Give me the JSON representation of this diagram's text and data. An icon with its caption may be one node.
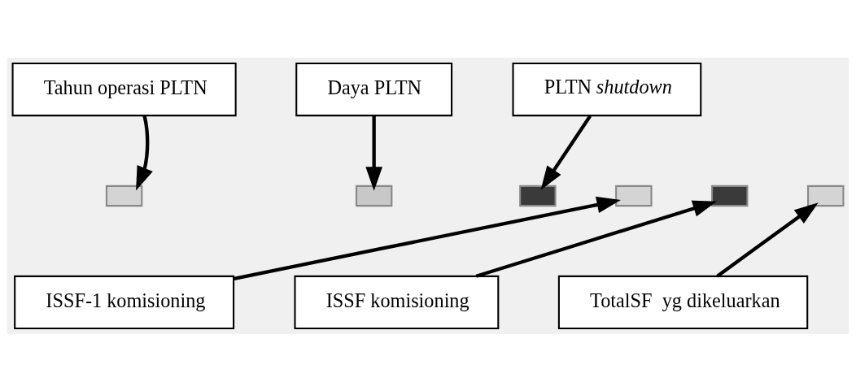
{
  "diagram": {
    "nodes": [
      {
        "text": [
          "Tahun operasi PLTN"
        ]
      },
      {
        "text": [
          "Daya PLTN"
        ]
      },
      {
        "text": [
          "PLTN *shutdown*"
        ]
      },
      {
        "text": [],
        "shape": "box"
      },
      {
        "text": [],
        "shape": "box"
      },
      {
        "text": [],
        "shape": "box"
      },
      {
        "text": [],
        "shape": "box"
      },
      {
        "text": [],
        "shape": "box"
      },
      {
        "text": [],
        "shape": "box"
      },
      {
        "text": [
          "ISSF-1 komisioning"
        ]
      },
      {
        "text": [
          "ISSF komisioning"
        ]
      },
      {
        "text": [
          "TotalSF  yg dikeluarkan"
        ]
      }
    ],
    "edges": [
      {
        "from": 0,
        "to": 3,
        "arrow": "to"
      },
      {
        "from": 1,
        "to": 4,
        "arrow": "to"
      },
      {
        "from": 2,
        "to": 5,
        "arrow": "to"
      },
      {
        "from": 9,
        "to": 6,
        "arrow": "to"
      },
      {
        "from": 10,
        "to": 7,
        "arrow": "to"
      },
      {
        "from": 11,
        "to": 8,
        "arrow": "to"
      }
    ]
  }
}
